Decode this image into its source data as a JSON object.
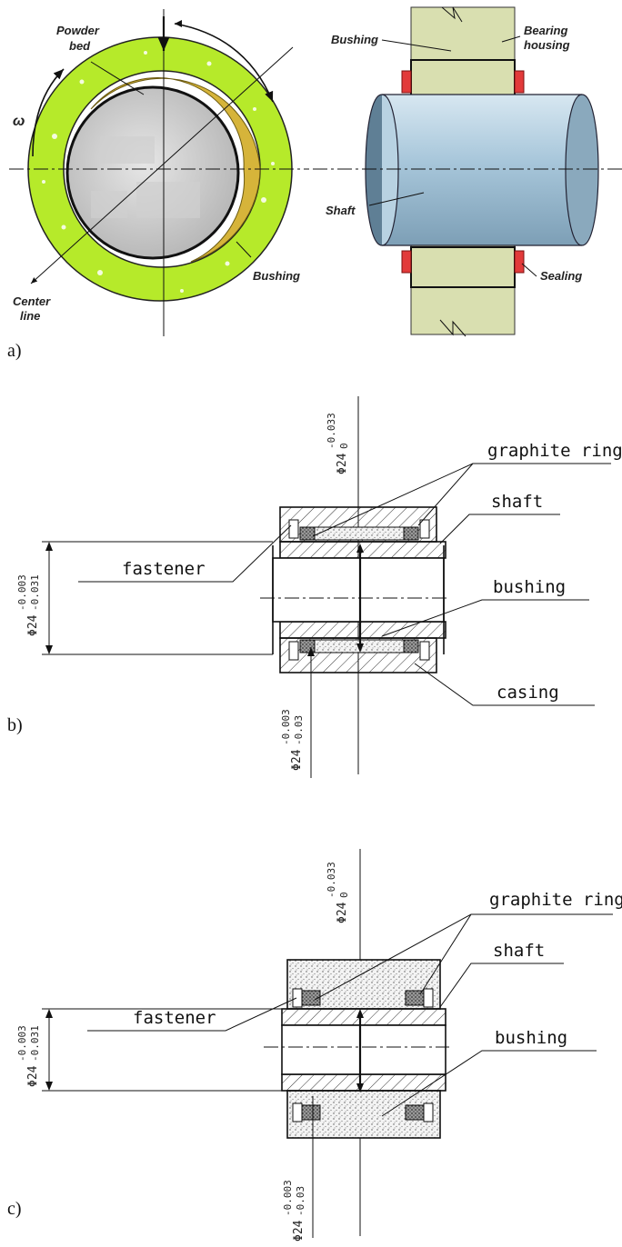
{
  "panel_a": {
    "tag": "a)",
    "labels": {
      "powder_bed_1": "Powder",
      "powder_bed_2": "bed",
      "omega": "ω",
      "center_line_1": "Center",
      "center_line_2": "line",
      "bushing_left": "Bushing",
      "bearing_housing_1": "Bearing",
      "bearing_housing_2": "housing",
      "bushing_right": "Bushing",
      "shaft": "Shaft",
      "sealing": "Sealing"
    },
    "colors": {
      "bushing_ring": "#b6ea2a",
      "powder": "#d6b43a",
      "housing": "#d9dfb0",
      "shaft": "#a9c9dc",
      "seal": "#e23a3a"
    }
  },
  "panel_b": {
    "tag": "b)",
    "labels": {
      "graphite_ring": "graphite ring",
      "shaft": "shaft",
      "fastener": "fastener",
      "bushing": "bushing",
      "casing": "casing"
    },
    "dims": {
      "top": {
        "nominal": "Φ24",
        "upper": "-0.033",
        "lower": "0"
      },
      "left": {
        "nominal": "Φ24",
        "upper": "-0.003",
        "lower": "-0.031"
      },
      "bottom": {
        "nominal": "Φ24",
        "upper": "-0.003",
        "lower": "-0.03"
      }
    }
  },
  "panel_c": {
    "tag": "c)",
    "labels": {
      "graphite_ring": "graphite ring",
      "shaft": "shaft",
      "fastener": "fastener",
      "bushing": "bushing"
    },
    "dims": {
      "top": {
        "nominal": "Φ24",
        "upper": "-0.033",
        "lower": "0"
      },
      "left": {
        "nominal": "Φ24",
        "upper": "-0.003",
        "lower": "-0.031"
      },
      "bottom": {
        "nominal": "Φ24",
        "upper": "-0.003",
        "lower": "-0.03"
      }
    }
  }
}
